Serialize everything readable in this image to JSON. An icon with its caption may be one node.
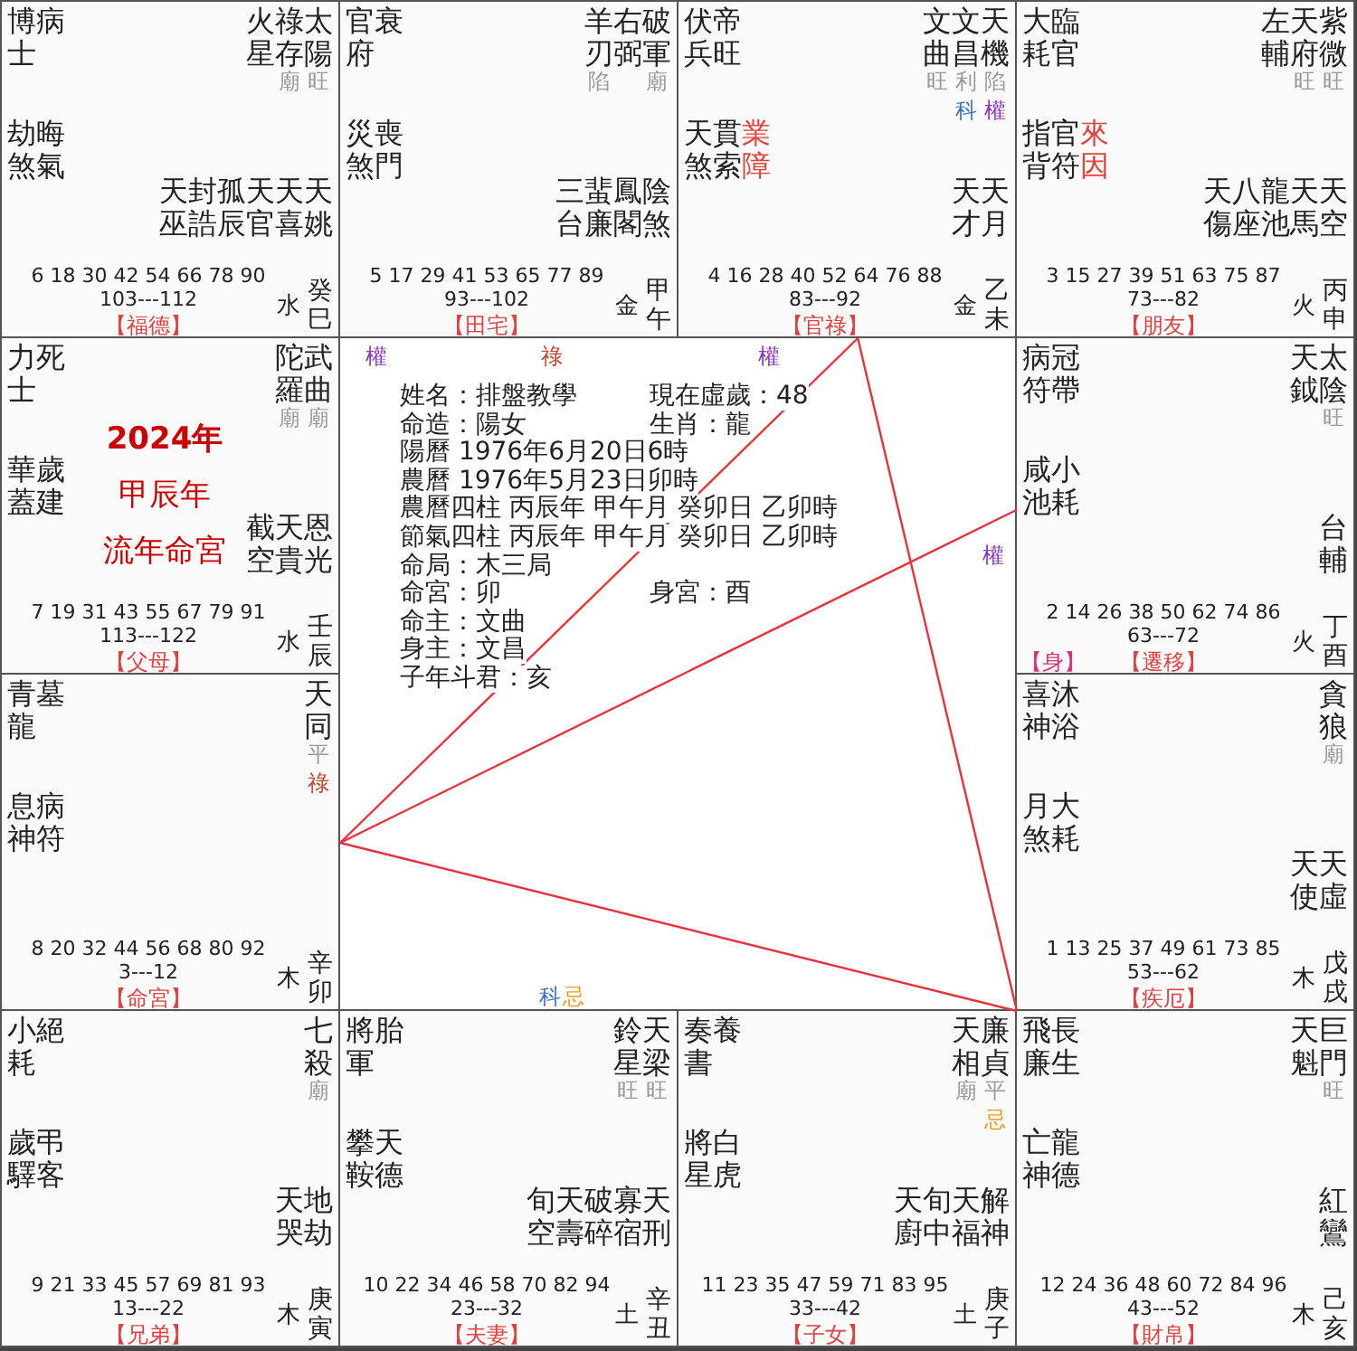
{
  "diagram": {
    "nodes": [
      {
        "text": [
          "博士",
          "病",
          "劫煞",
          "晦氣",
          "火星",
          "祿存",
          "廟",
          "太陽",
          "旺",
          "天巫",
          "封誥",
          "孤辰",
          "天官",
          "天喜",
          "天姚",
          "6 18 30 42 54 66 78 90",
          "103---112",
          "【福德】",
          "水",
          "癸巳"
        ]
      },
      {
        "text": [
          "官府",
          "衰",
          "災煞",
          "喪門",
          "羊刃",
          "陷",
          "右弼",
          "破軍",
          "廟",
          "三台",
          "蜚廉",
          "鳳閣",
          "陰煞",
          "5 17 29 41 53 65 77 89",
          "93---102",
          "【田宅】",
          "金",
          "甲午"
        ]
      },
      {
        "text": [
          "伏兵",
          "帝旺",
          "天煞",
          "貫索",
          "業障",
          "文曲",
          "旺",
          "文昌",
          "利",
          "科",
          "天機",
          "陷",
          "權",
          "天才",
          "天月",
          "4 16 28 40 52 64 76 88",
          "83---92",
          "【官祿】",
          "金",
          "乙未"
        ]
      },
      {
        "text": [
          "大耗",
          "臨官",
          "指背",
          "官符",
          "來因",
          "左輔",
          "天府",
          "旺",
          "紫微",
          "旺",
          "天傷",
          "八座",
          "龍池",
          "天馬",
          "天空",
          "3 15 27 39 51 63 75 87",
          "73---82",
          "【朋友】",
          "火",
          "丙申"
        ]
      },
      {
        "text": [
          "力士",
          "死",
          "華蓋",
          "歲建",
          "陀羅",
          "廟",
          "武曲",
          "廟",
          "2024年",
          "甲辰年",
          "流年命宮",
          "截空",
          "天貴",
          "恩光",
          "7 19 31 43 55 67 79 91",
          "113---122",
          "【父母】",
          "水",
          "壬辰"
        ]
      },
      {
        "text": [
          "病符",
          "冠帶",
          "咸池",
          "小耗",
          "天鉞",
          "太陰",
          "旺",
          "台輔",
          "2 14 26 38 50 62 74 86",
          "63---72",
          "【身】",
          "【遷移】",
          "火",
          "丁酉"
        ]
      },
      {
        "text": [
          "青龍",
          "墓",
          "息神",
          "病符",
          "天同",
          "平",
          "祿",
          "8 20 32 44 56 68 80 92",
          "3---12",
          "【命宮】",
          "木",
          "辛卯"
        ]
      },
      {
        "text": [
          "喜神",
          "沐浴",
          "月煞",
          "大耗",
          "貪狼",
          "廟",
          "天使",
          "天虛",
          "1 13 25 37 49 61 73 85",
          "53---62",
          "【疾厄】",
          "木",
          "戊戌"
        ]
      },
      {
        "text": [
          "小耗",
          "絕",
          "歲驛",
          "弔客",
          "七殺",
          "廟",
          "天哭",
          "地劫",
          "9 21 33 45 57 69 81 93",
          "13---22",
          "【兄弟】",
          "木",
          "庚寅"
        ]
      },
      {
        "text": [
          "將軍",
          "胎",
          "攀鞍",
          "天德",
          "鈴星",
          "旺",
          "天梁",
          "旺",
          "旬空",
          "天壽",
          "破碎",
          "寡宿",
          "天刑",
          "10 22 34 46 58 70 82 94",
          "23---32",
          "【夫妻】",
          "土",
          "辛丑"
        ]
      },
      {
        "text": [
          "奏書",
          "養",
          "將星",
          "白虎",
          "天相",
          "廟",
          "廉貞",
          "平",
          "忌",
          "天廚",
          "旬中",
          "天福",
          "解神",
          "11 23 35 47 59 71 83 95",
          "33---42",
          "【子女】",
          "土",
          "庚子"
        ]
      },
      {
        "text": [
          "飛廉",
          "長生",
          "亡神",
          "龍德",
          "天魁",
          "巨門",
          "旺",
          "紅鸞",
          "12 24 36 48 60 72 84 96",
          "43---52",
          "【財帛】",
          "木",
          "己亥"
        ]
      }
    ],
    "edges": [
      {
        "from": 6,
        "to": 2,
        "arrow": "none"
      },
      {
        "from": 6,
        "to": 5,
        "arrow": "none"
      },
      {
        "from": 6,
        "to": 11,
        "arrow": "none"
      },
      {
        "from": 2,
        "to": 11,
        "arrow": "none"
      }
    ],
    "labels": [
      "權",
      "祿",
      "權",
      "姓名：排盤教學",
      "現在虛歲：48",
      "命造：陽女",
      "生肖：龍",
      "陽曆 1976年6月20日6時",
      "農曆 1976年5月23日卯時",
      "農曆四柱 丙辰年 甲午月 癸卯日 乙卯時",
      "節氣四柱 丙辰年 甲午月 癸卯日 乙卯時",
      "命局：木三局",
      "命宮：卯",
      "身宮：酉",
      "命主：文曲",
      "身主：文昌",
      "子年斗君：亥",
      "權",
      "科",
      "忌"
    ]
  }
}
